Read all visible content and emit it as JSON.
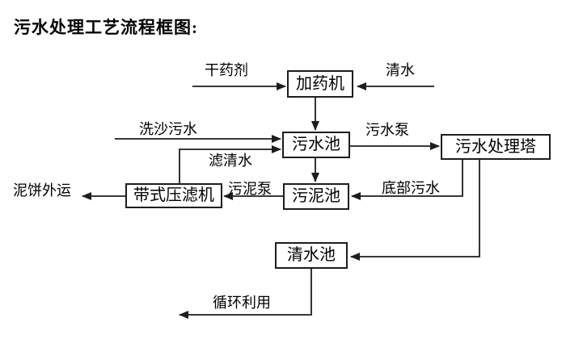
{
  "title": "污水处理工艺流程框图:",
  "nodes": {
    "dosing_machine": "加药机",
    "sewage_pool": "污水池",
    "sewage_treatment_tower": "污水处理塔",
    "sludge_pool": "污泥池",
    "belt_filter_press": "带式压滤机",
    "clean_water_pool": "清水池"
  },
  "edge_labels": {
    "dry_agent": "干药剂",
    "clean_water": "清水",
    "sand_washing_sewage": "洗沙污水",
    "sewage_pump": "污水泵",
    "filtered_water": "滤清水",
    "sludge_pump": "污泥泵",
    "bottom_sewage": "底部污水",
    "mud_cake_outbound": "泥饼外运",
    "recycling": "循环利用"
  },
  "colors": {
    "ink": "#1d1d1d",
    "background": "#ffffff"
  }
}
